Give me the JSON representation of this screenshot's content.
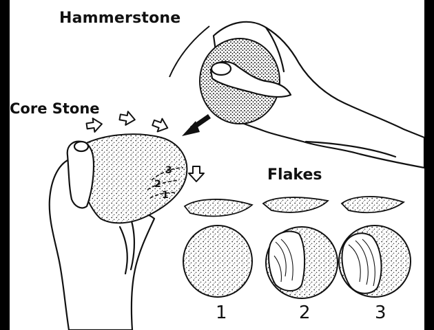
{
  "labels": {
    "hammerstone": "Hammerstone",
    "core_stone": "Core Stone",
    "flakes": "Flakes"
  },
  "sequence": {
    "one": "1",
    "two": "2",
    "three": "3"
  },
  "step_numbers": [
    "1",
    "2",
    "3"
  ],
  "colors": {
    "ink": "#111111",
    "paper": "#ffffff",
    "frame": "#000000"
  },
  "icons": {
    "motion_arrows": "outline-arrow-icon",
    "strike_arrow": "solid-arrow-icon"
  }
}
